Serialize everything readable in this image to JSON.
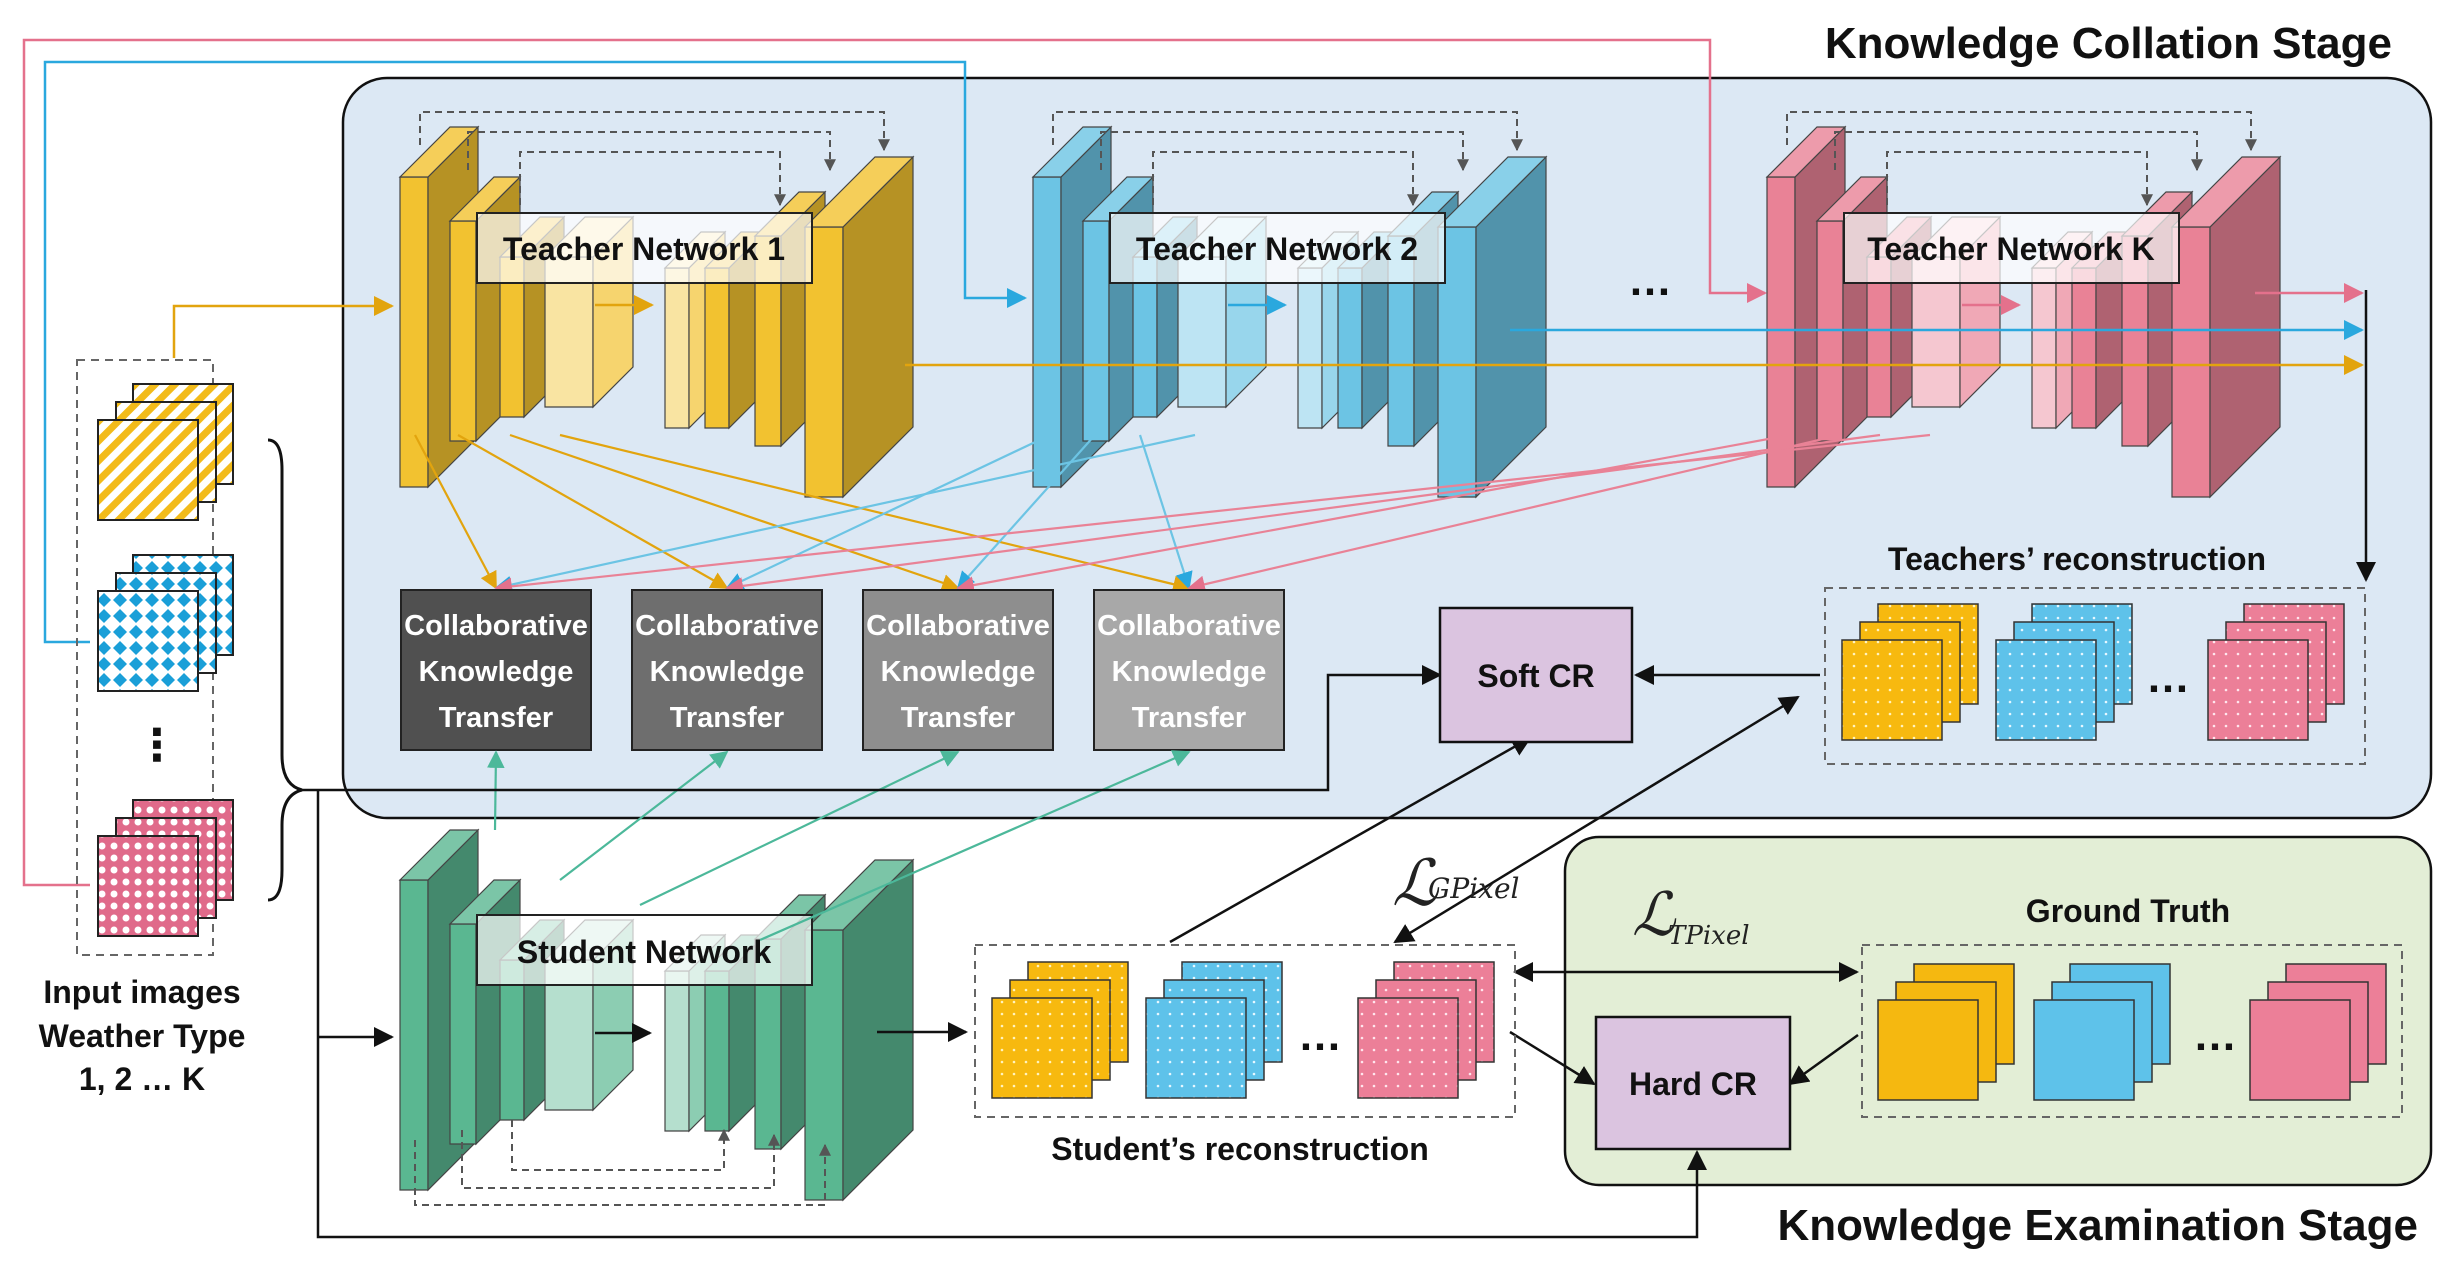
{
  "stages": {
    "collation": "Knowledge Collation Stage",
    "examination": "Knowledge Examination Stage"
  },
  "teachers": [
    "Teacher Network 1",
    "Teacher Network 2",
    "Teacher Network K"
  ],
  "student": "Student Network",
  "ckt": [
    "Collaborative",
    "Knowledge",
    "Transfer"
  ],
  "soft_cr": "Soft CR",
  "hard_cr": "Hard CR",
  "teachers_recon": "Teachers’ reconstruction",
  "student_recon": "Student’s reconstruction",
  "ground_truth": "Ground Truth",
  "input": [
    "Input images",
    "Weather Type",
    "1, 2 … K"
  ],
  "ellipsis": "…",
  "vdots": "⋮",
  "loss_g": {
    "symbol": "ℒ",
    "sub": "GPixel"
  },
  "loss_t": {
    "symbol": "ℒ",
    "sub": "TPixel"
  },
  "colors": {
    "teacher1": "#f2c230",
    "teacher2": "#6cc4e4",
    "teacherK": "#e98296",
    "student": "#5ab791",
    "collation_bg": "#dce8f4",
    "examination_bg": "#e3eed6",
    "cr_box": "#dbc4e0"
  }
}
